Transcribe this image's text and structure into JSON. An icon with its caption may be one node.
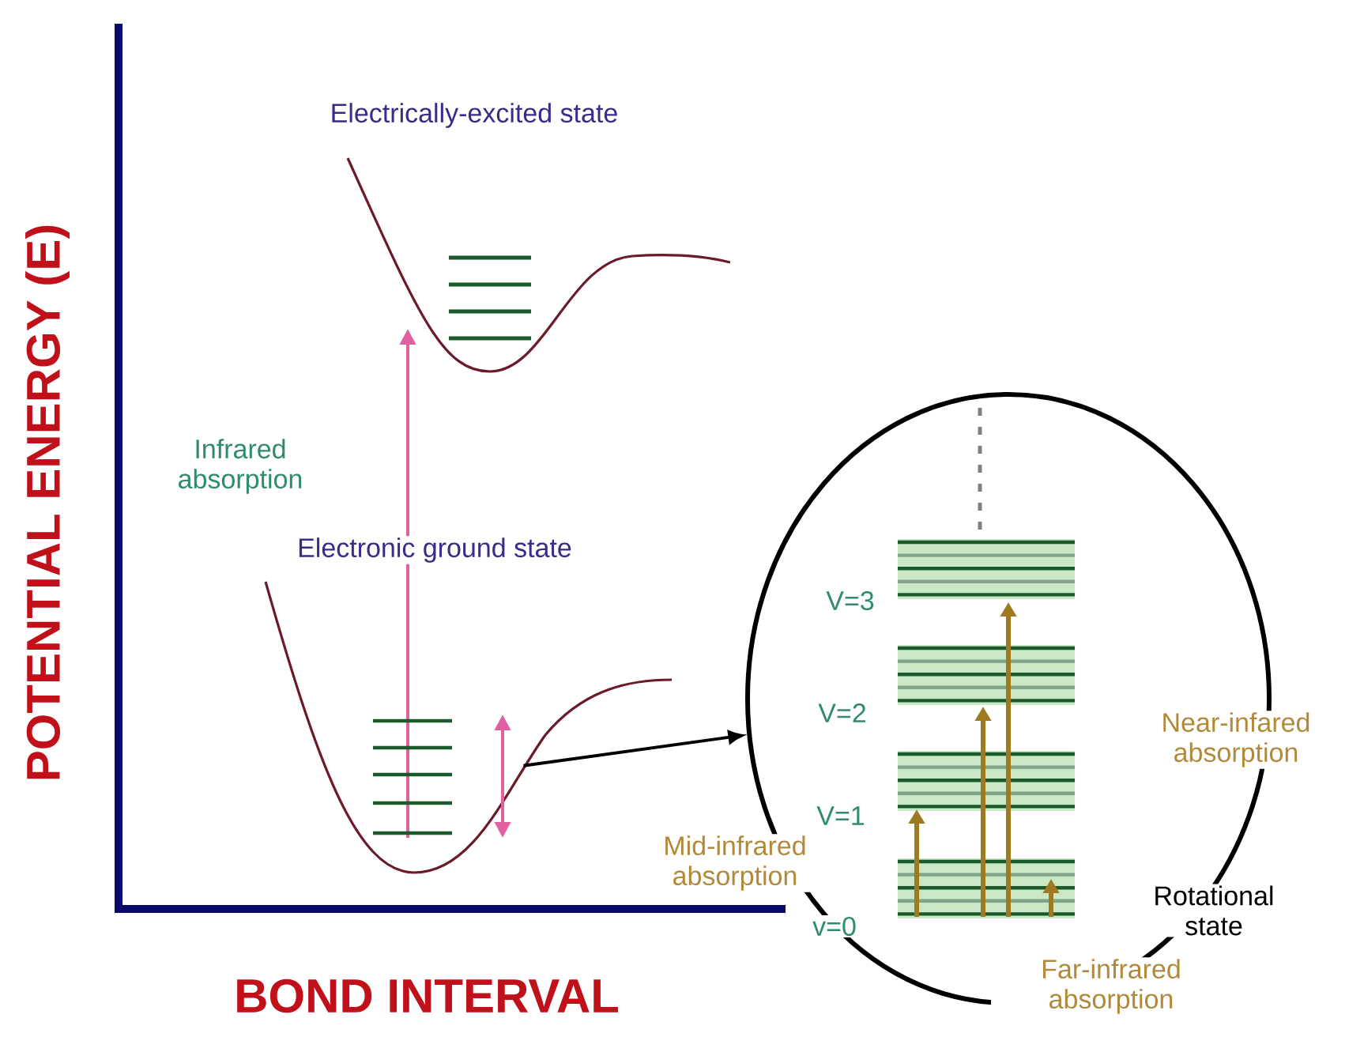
{
  "diagram": {
    "nodes": [
      {
        "text": [],
        "shape": "bar"
      },
      {
        "text": [],
        "shape": "circle"
      }
    ],
    "edges": [
      {
        "from": 0,
        "to": 1,
        "arrow": "to"
      }
    ],
    "labels": [
      "Electrically-excited state",
      "POTENTIAL ENERGY (E)",
      "Infrared absorption",
      "Electronic ground state",
      "V=3",
      "V=2",
      "Near-infared absorption",
      "V=1",
      "Mid-infrared absorption",
      "Rotational state",
      "v=0",
      "Far-infrared absorption",
      "BOND INTERVAL"
    ]
  }
}
